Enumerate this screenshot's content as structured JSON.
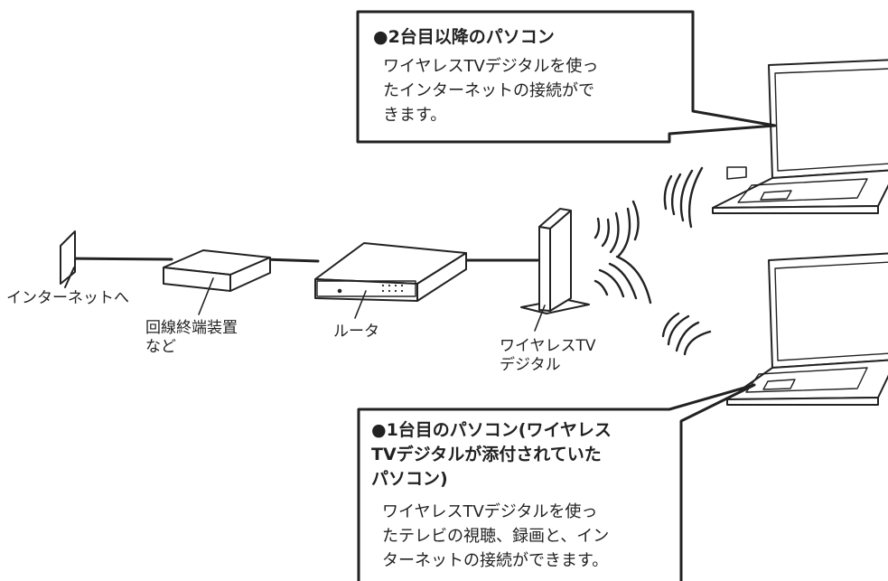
{
  "callout_second_pc": {
    "title": "●2台目以降のパソコン",
    "body_lines": [
      "ワイヤレスTVデジタルを使っ",
      "たインターネットの接続がで",
      "きます。"
    ]
  },
  "callout_first_pc": {
    "title_lines": [
      "●1台目のパソコン(ワイヤレス",
      "TVデジタルが添付されていた",
      "パソコン)"
    ],
    "body_lines": [
      "ワイヤレスTVデジタルを使っ",
      "たテレビの視聴、録画と、イン",
      "ターネットの接続ができます。"
    ]
  },
  "labels": {
    "internet": "インターネットへ",
    "terminal_line1": "回線終端装置",
    "terminal_line2": "など",
    "router": "ルータ",
    "wireless_line1": "ワイヤレスTV",
    "wireless_line2": "デジタル"
  }
}
